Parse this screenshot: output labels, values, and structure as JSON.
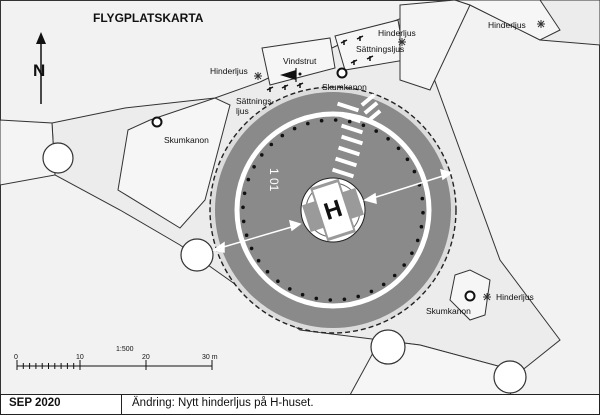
{
  "map": {
    "title": "FLYGPLATSKARTA",
    "north": "N",
    "pad_marking": "H",
    "pad_number": "1 01",
    "labels": {
      "hinderljus_1": "Hinderljus",
      "hinderljus_2": "Hinderljus",
      "hinderljus_3": "Hinderljus",
      "hinderljus_4": "Hinderljus",
      "vindstrut": "Vindstrut",
      "sattningsljus_1_line1": "Sättnings-",
      "sattningsljus_1_line2": "ljus",
      "sattningsljus_2": "Sättningsljus",
      "skumkanon_1": "Skumkanon",
      "skumkanon_2": "Skumkanon",
      "skumkanon_3": "Skumkanon"
    },
    "scale": {
      "ratio": "1:500",
      "ticks": [
        "0",
        "10",
        "20",
        "30 m"
      ]
    }
  },
  "footer": {
    "date": "SEP 2020",
    "change": "Ändring: Nytt hinderljus på H-huset."
  },
  "colors": {
    "background": "#f2f2f2",
    "pad": "#8a8a8a",
    "building_outline": "#333333",
    "light_dot": "#111111"
  }
}
